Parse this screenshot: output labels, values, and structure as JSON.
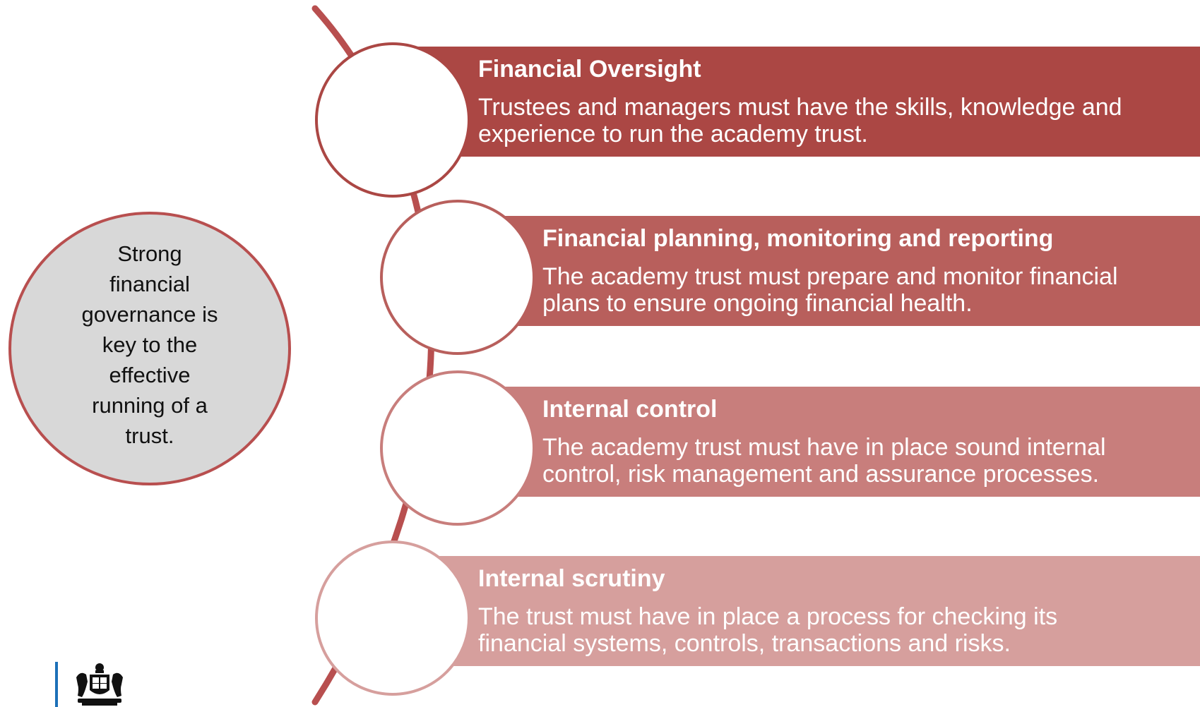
{
  "center": {
    "text": "Strong\nfinancial\ngovernance is\nkey to the\neffective\nrunning of a\ntrust."
  },
  "items": [
    {
      "title": "Financial Oversight",
      "description_line1": "Trustees and managers must have the skills, knowledge and",
      "description_line2": "experience to run the academy trust.",
      "color": "#ab4744"
    },
    {
      "title": "Financial planning, monitoring and reporting",
      "description_line1": "The academy trust must prepare and monitor financial",
      "description_line2": "plans to ensure ongoing financial health.",
      "color": "#b85f5c"
    },
    {
      "title": "Internal control",
      "description_line1": "The academy trust must have in place sound internal",
      "description_line2": "control, risk management and assurance processes.",
      "color": "#c87e7c"
    },
    {
      "title": "Internal scrutiny",
      "description_line1": "The trust must have in place a process for checking its",
      "description_line2": "financial systems, controls, transactions and risks.",
      "color": "#d69f9d"
    }
  ],
  "arc_color": "#b84f4f",
  "logo": {
    "bar_color": "#1d70b8",
    "icon": "royal-coat-of-arms-icon"
  }
}
